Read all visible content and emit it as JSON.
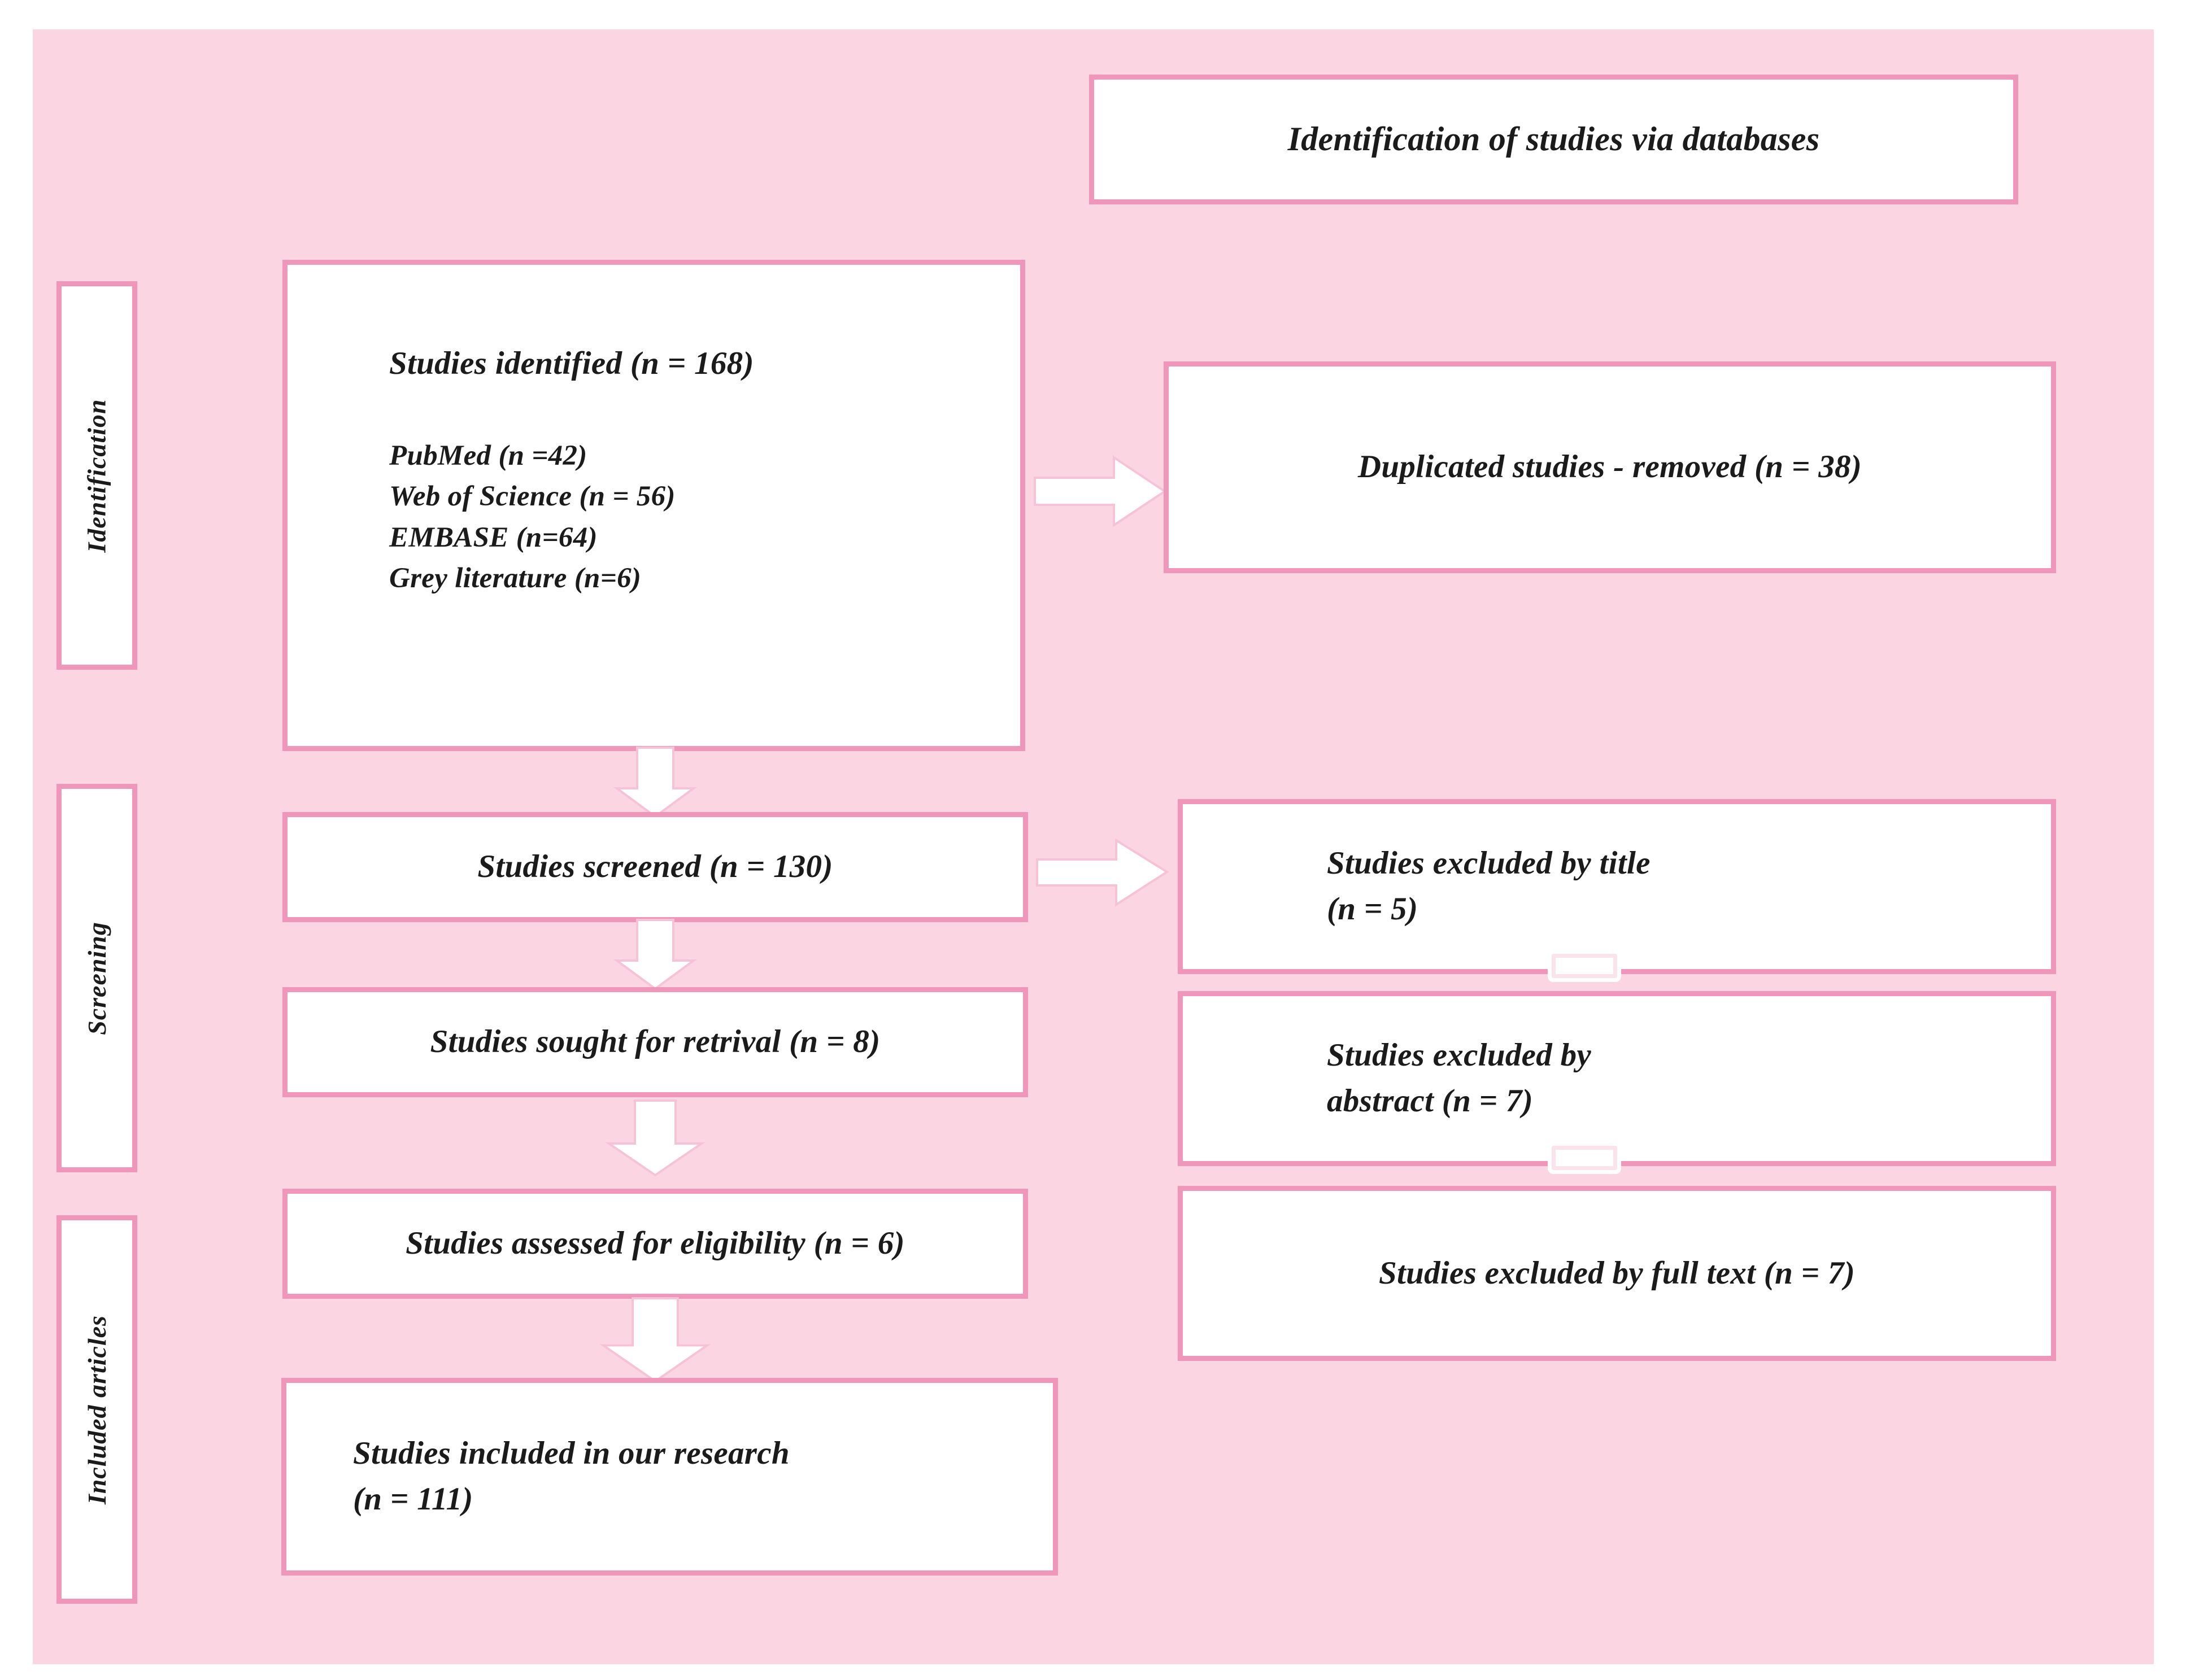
{
  "diagram": {
    "type": "prisma-flow-diagram",
    "background_color": "#fcd5e3",
    "box_border_color": "#f096ba",
    "box_fill_color": "#ffffff",
    "text_color": "#1b1b1b"
  },
  "header": {
    "title": "Identification of studies via databases"
  },
  "stages": [
    {
      "id": "identification",
      "label": "Identification"
    },
    {
      "id": "screening",
      "label": "Screening"
    },
    {
      "id": "included",
      "label": "Included articles"
    }
  ],
  "flow": {
    "identified": {
      "heading": "Studies identified (n = 168)",
      "sources": [
        "PubMed (n =42)",
        "Web of Science (n = 56)",
        "EMBASE (n=64)",
        "Grey literature (n=6)"
      ]
    },
    "duplicates_removed": "Duplicated studies - removed (n = 38)",
    "screened": "Studies screened (n = 130)",
    "excluded_by_title": "Studies excluded by title\n(n = 5)",
    "sought_for_retrieval": "Studies sought for retrival (n = 8)",
    "excluded_by_abstract": "Studies excluded by\nabstract (n = 7)",
    "assessed_for_eligibility": "Studies assessed for eligibility (n = 6)",
    "excluded_by_full_text": "Studies excluded by full text (n = 7)",
    "included_in_research": "Studies included in our research\n(n = 111)"
  },
  "chart_data": {
    "type": "flowchart",
    "title": "Identification of studies via databases",
    "nodes": [
      {
        "id": "identified",
        "label": "Studies identified",
        "n": 168,
        "column": "left",
        "stage": "Identification"
      },
      {
        "id": "pubmed",
        "label": "PubMed",
        "n": 42,
        "column": "left",
        "stage": "Identification"
      },
      {
        "id": "web_of_science",
        "label": "Web of Science",
        "n": 56,
        "column": "left",
        "stage": "Identification"
      },
      {
        "id": "embase",
        "label": "EMBASE",
        "n": 64,
        "column": "left",
        "stage": "Identification"
      },
      {
        "id": "grey_literature",
        "label": "Grey literature",
        "n": 6,
        "column": "left",
        "stage": "Identification"
      },
      {
        "id": "duplicates",
        "label": "Duplicated studies - removed",
        "n": 38,
        "column": "right",
        "stage": "Identification"
      },
      {
        "id": "screened",
        "label": "Studies screened",
        "n": 130,
        "column": "left",
        "stage": "Screening"
      },
      {
        "id": "excl_title",
        "label": "Studies excluded by title",
        "n": 5,
        "column": "right",
        "stage": "Screening"
      },
      {
        "id": "sought",
        "label": "Studies sought for retrival",
        "n": 8,
        "column": "left",
        "stage": "Screening"
      },
      {
        "id": "excl_abstract",
        "label": "Studies excluded by abstract",
        "n": 7,
        "column": "right",
        "stage": "Screening"
      },
      {
        "id": "eligibility",
        "label": "Studies assessed for eligibility",
        "n": 6,
        "column": "left",
        "stage": "Screening"
      },
      {
        "id": "excl_fulltext",
        "label": "Studies excluded by full text",
        "n": 7,
        "column": "right",
        "stage": "Screening"
      },
      {
        "id": "included",
        "label": "Studies included in our research",
        "n": 111,
        "column": "left",
        "stage": "Included articles"
      }
    ],
    "edges": [
      {
        "from": "identified",
        "to": "duplicates",
        "direction": "right"
      },
      {
        "from": "identified",
        "to": "screened",
        "direction": "down"
      },
      {
        "from": "screened",
        "to": "excl_title",
        "direction": "right"
      },
      {
        "from": "screened",
        "to": "sought",
        "direction": "down"
      },
      {
        "from": "sought",
        "to": "eligibility",
        "direction": "down"
      },
      {
        "from": "eligibility",
        "to": "included",
        "direction": "down"
      }
    ]
  }
}
